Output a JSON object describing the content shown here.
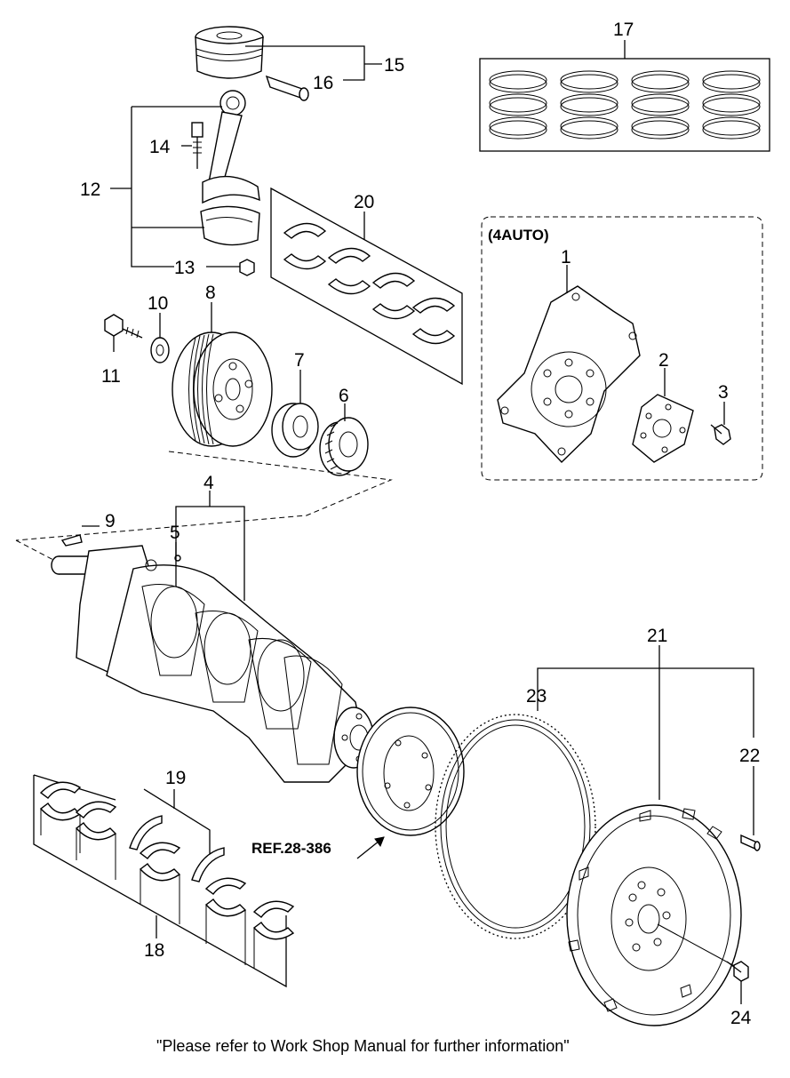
{
  "callouts": {
    "c1": "1",
    "c2": "2",
    "c3": "3",
    "c4": "4",
    "c5": "5",
    "c6": "6",
    "c7": "7",
    "c8": "8",
    "c9": "9",
    "c10": "10",
    "c11": "11",
    "c12": "12",
    "c13": "13",
    "c14": "14",
    "c15": "15",
    "c16": "16",
    "c17": "17",
    "c18": "18",
    "c19": "19",
    "c20": "20",
    "c21": "21",
    "c22": "22",
    "c23": "23",
    "c24": "24"
  },
  "variant_label": "(4AUTO)",
  "reference_label": "REF.28-386",
  "footer_note": "\"Please refer to Work Shop Manual for further information\""
}
